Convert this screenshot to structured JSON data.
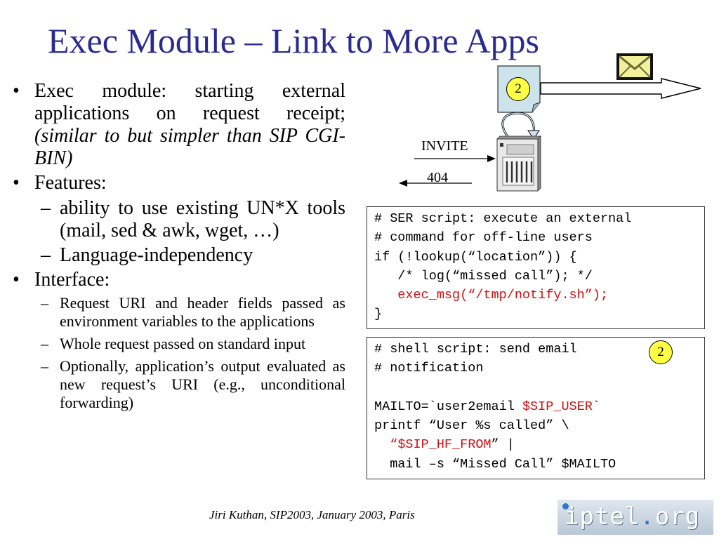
{
  "slide": {
    "title": "Exec Module – Link to More Apps",
    "footer": "Jiri Kuthan, SIP2003, January 2003, Paris",
    "logo": {
      "part1": "iptel",
      "dot": ".",
      "part2": "org"
    }
  },
  "bullets": [
    {
      "marker": "•",
      "text": "Exec module: starting external applications on request receipt; ",
      "italic": "(similar to but simpler than SIP CGI-BIN)"
    },
    {
      "marker": "•",
      "text": "Features:",
      "subs": [
        {
          "marker": "–",
          "text": "ability to use existing UN*X tools (mail, sed & awk, wget, …)"
        },
        {
          "marker": "–",
          "text": "Language-independency"
        }
      ]
    },
    {
      "marker": "•",
      "text": "Interface:",
      "subs": [
        {
          "marker": "–",
          "text": "Request URI and header fields passed as environment variables to the applications"
        },
        {
          "marker": "–",
          "text": "Whole request passed on standard input"
        },
        {
          "marker": "–",
          "text": "Optionally, application’s output evaluated as new request’s URI (e.g., unconditional forwarding)"
        }
      ]
    }
  ],
  "diagram": {
    "invite_label": "INVITE",
    "response_label": "404",
    "badge_top": "2",
    "icon_names": [
      "envelope-icon",
      "document-icon",
      "server-icon"
    ]
  },
  "code_ser": {
    "lines": [
      "# SER script: execute an external",
      "# command for off-line users",
      "if (!lookup(“location”)) {",
      "   /* log(“missed call”); */",
      "   exec_msg(“/tmp/notify.sh”);",
      "}"
    ]
  },
  "code_shell": {
    "badge": "2",
    "line1": "# shell script: send email",
    "line2": "# notification",
    "line3": "",
    "line4_a": "MAILTO=`user2email ",
    "line4_red": "$SIP_USER",
    "line4_b": "`",
    "line5": "printf “User %s called” \\",
    "line6_pre": "  ",
    "line6_red": "“$SIP_HF_FROM",
    "line6_b": "” |",
    "line7": "  mail –s “Missed Call” $MAILTO"
  },
  "colors": {
    "title": "#2b2b8f",
    "code_highlight": "#d01010",
    "badge_fill": "#ffff44",
    "document_fill": "#cde3ec"
  }
}
